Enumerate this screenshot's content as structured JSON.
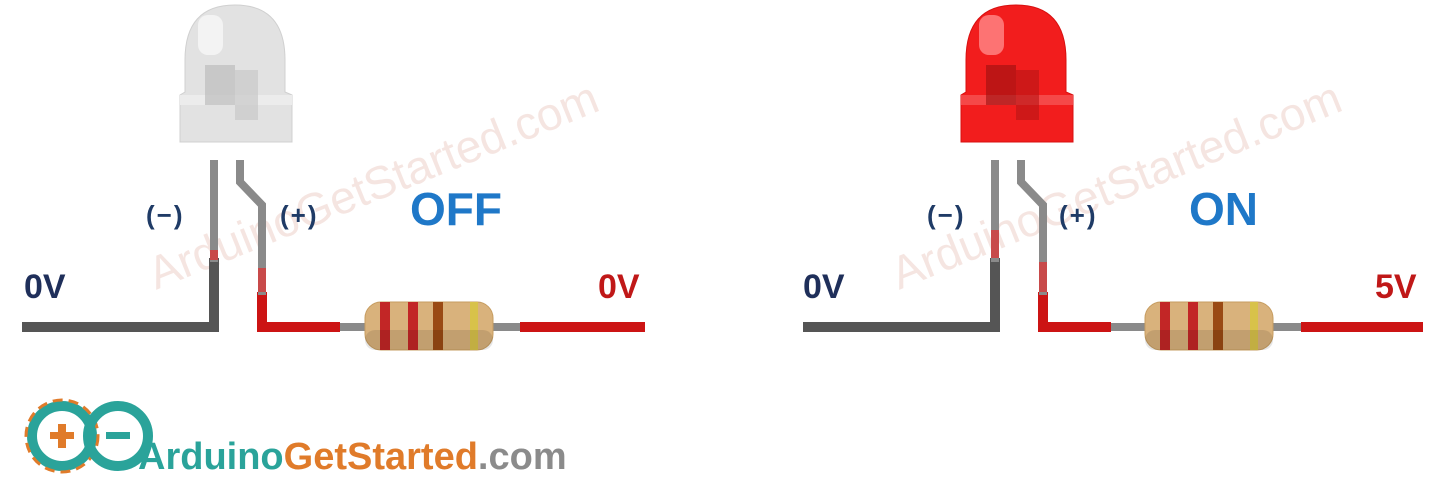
{
  "diagrams": [
    {
      "state_label": "OFF",
      "anode_label": "(+)",
      "cathode_label": "(−)",
      "left_voltage": "0V",
      "right_voltage": "0V",
      "led_state": "off",
      "led_color": "#e2e2e2"
    },
    {
      "state_label": "ON",
      "anode_label": "(+)",
      "cathode_label": "(−)",
      "left_voltage": "0V",
      "right_voltage": "5V",
      "led_state": "on",
      "led_color": "#f21d1d"
    }
  ],
  "watermark": "ArduinoGetStarted.com",
  "logo": {
    "part1": "Arduino",
    "part2": "GetStarted",
    "part3": ".com"
  },
  "colors": {
    "wire_negative": "#555555",
    "wire_positive": "#cc1414",
    "lead_gray": "#8a8a8a",
    "state_text": "#1f78c8",
    "voltage_negative_text": "#1f2f5a",
    "voltage_positive_text": "#c01818"
  }
}
